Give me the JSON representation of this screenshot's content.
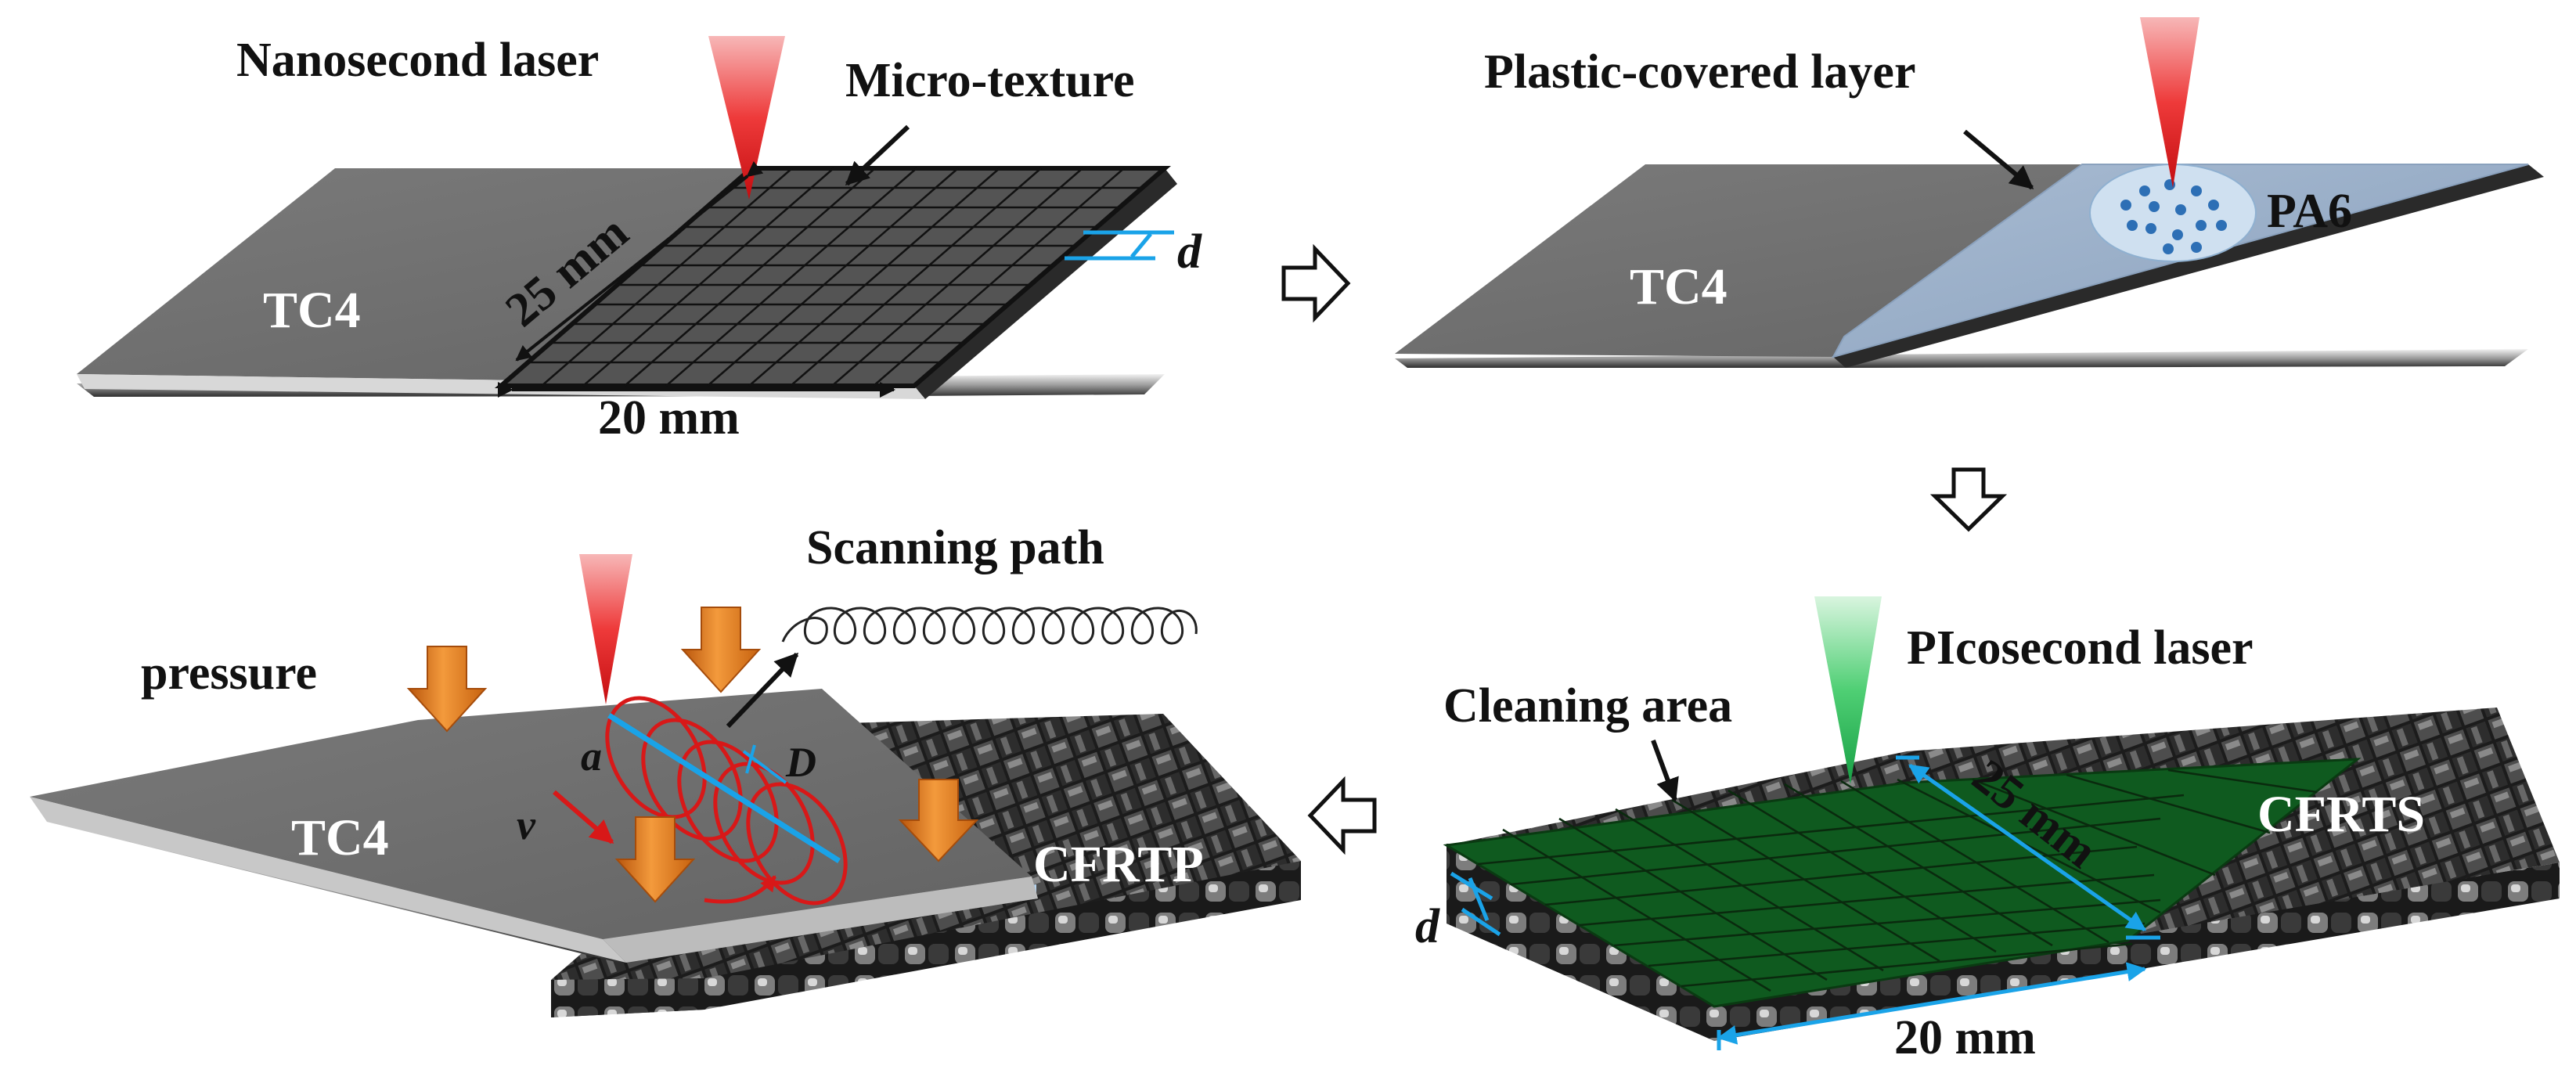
{
  "panel1": {
    "laser_label": "Nanosecond laser",
    "texture_label": "Micro-texture",
    "plate_label": "TC4",
    "length_label": "25 mm",
    "width_label": "20 mm",
    "depth_label": "d"
  },
  "panel2": {
    "layer_label": "Plastic-covered layer",
    "plate_label": "TC4",
    "material_label": "PA6"
  },
  "panel3": {
    "laser_label": "PIcosecond laser",
    "area_label": "Cleaning area",
    "plate_label": "CFRTS",
    "length_label": "25 mm",
    "width_label": "20 mm",
    "depth_label": "d"
  },
  "panel4": {
    "scan_label": "Scanning path",
    "pressure_label": "pressure",
    "plate_label": "TC4",
    "composite_label": "CFRTP",
    "a_label": "a",
    "D_label": "D",
    "v_label": "v"
  },
  "colors": {
    "ti_plate": "#6e6e6e",
    "pa6_layer": "#93a9c4",
    "cleaning_area": "#0f5a1f",
    "laser_red": "#e8202a",
    "laser_green": "#2db85a",
    "dimension_blue": "#1aa3e8",
    "pressure_orange": "#e07a20",
    "scan_red": "#d81818"
  }
}
